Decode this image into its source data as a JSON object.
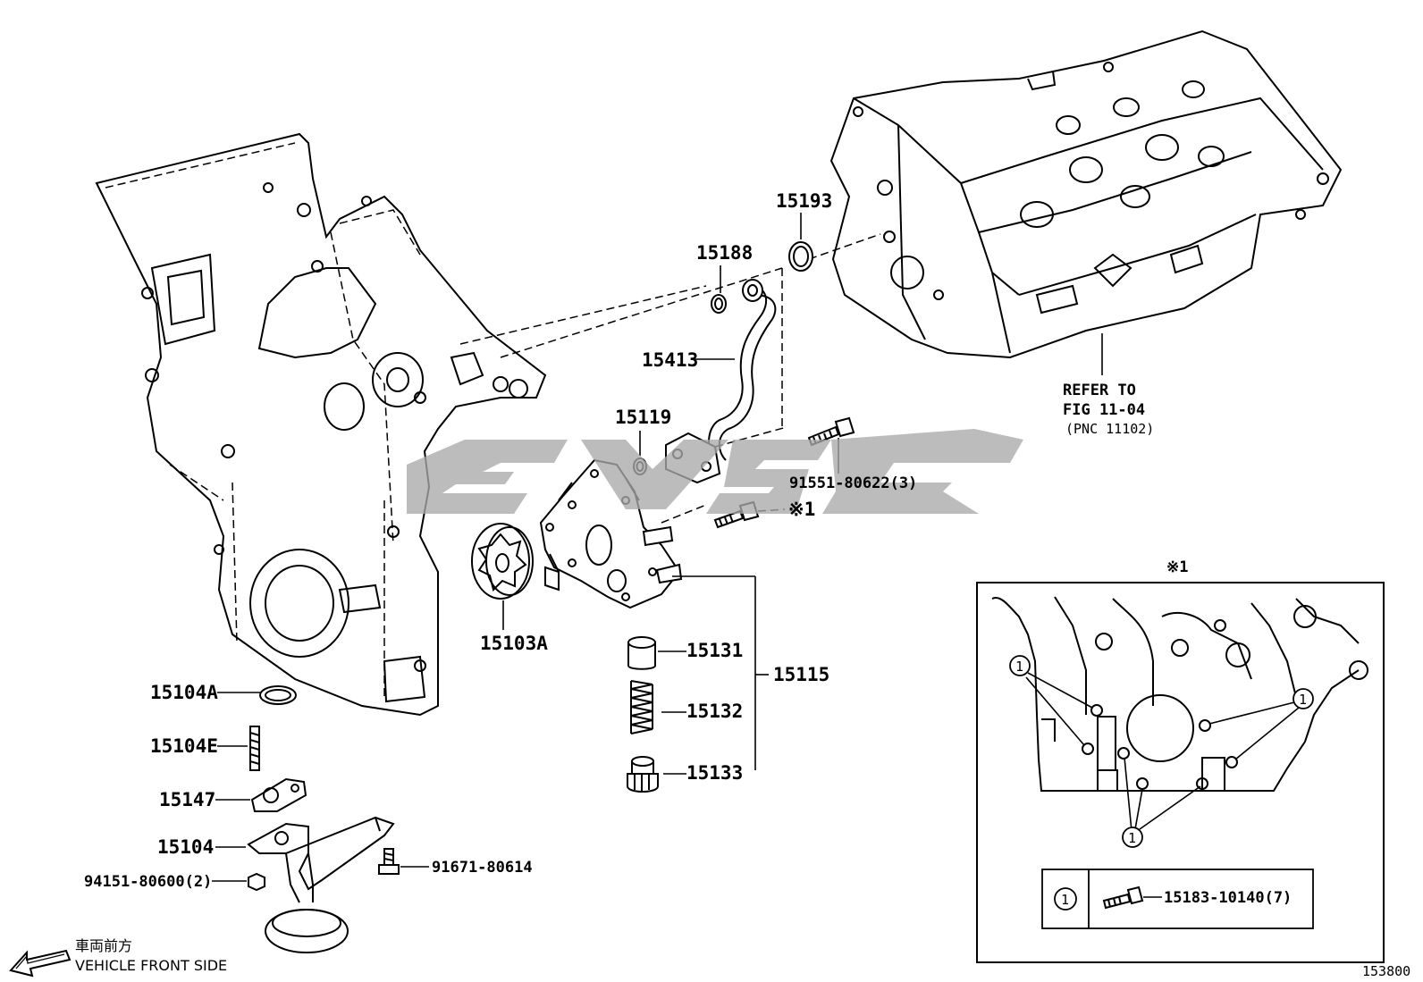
{
  "parts": {
    "p15193": "15193",
    "p15188": "15188",
    "p15413": "15413",
    "p15119": "15119",
    "p91551": "91551-80622(3)",
    "pnote1": "※1",
    "p15103A": "15103A",
    "p15131": "15131",
    "p15132": "15132",
    "p15133": "15133",
    "p15115": "15115",
    "p15104A": "15104A",
    "p15104E": "15104E",
    "p15147": "15147",
    "p15104": "15104",
    "p94151": "94151-80600(2)",
    "p91671": "91671-80614"
  },
  "refer": {
    "line1": "REFER TO",
    "line2": "FIG 11-04",
    "line3": "(PNC 11102)"
  },
  "inset": {
    "marker": "※1",
    "callout": "1",
    "legend_number": "1",
    "legend_part": "15183-10140(7)"
  },
  "front": {
    "japanese": "車両前方",
    "english": "VEHICLE FRONT SIDE"
  },
  "figure_number": "153800",
  "colors": {
    "line": "#000000",
    "watermark": "#a9a9a9",
    "background": "#ffffff"
  }
}
